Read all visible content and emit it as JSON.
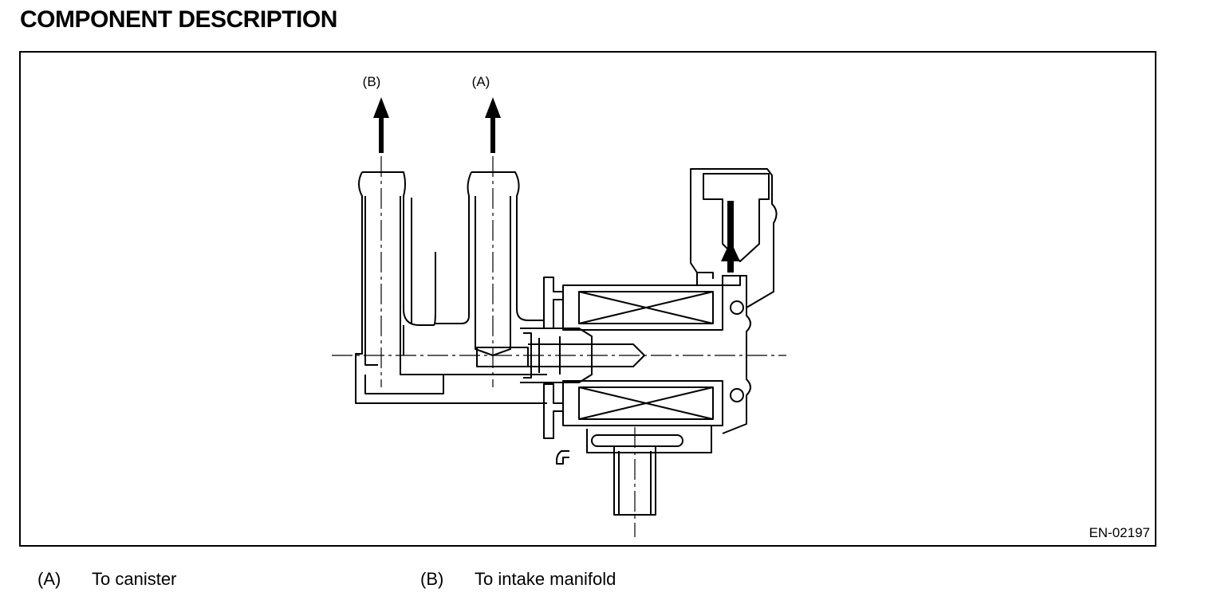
{
  "header": {
    "title": "COMPONENT DESCRIPTION"
  },
  "diagram": {
    "port_labels": {
      "b": "(B)",
      "a": "(A)"
    },
    "figure_code": "EN-02197"
  },
  "legend": [
    {
      "key": "(A)",
      "text": "To canister"
    },
    {
      "key": "(B)",
      "text": "To intake manifold"
    }
  ]
}
